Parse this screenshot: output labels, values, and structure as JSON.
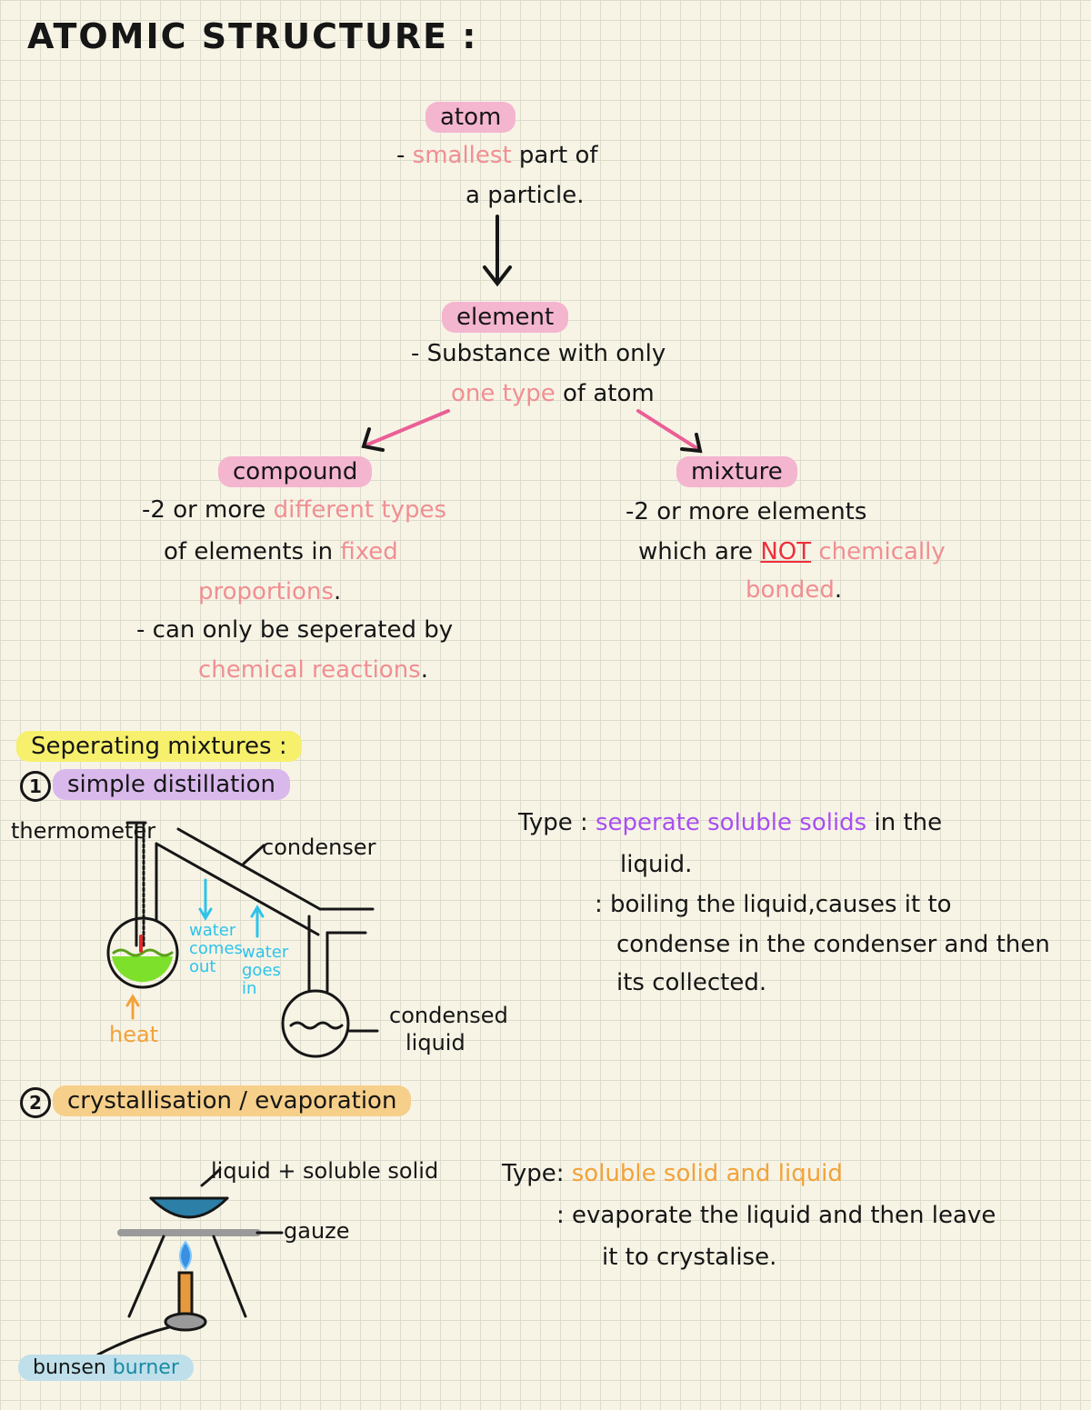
{
  "title": "ATOMIC STRUCTURE :",
  "atom": {
    "label": "atom",
    "line1_prefix": "- ",
    "line1_pink": "smallest",
    "line1_rest": " part of",
    "line2": "a particle."
  },
  "element": {
    "label": "element",
    "line1": "- Substance with only",
    "line2_pink": "one type",
    "line2_rest": " of atom"
  },
  "compound": {
    "label": "compound",
    "line1_prefix": "-2 or more ",
    "line1_pink": "different types",
    "line2_prefix": "of elements in ",
    "line2_pink": "fixed",
    "line3_pink": "proportions",
    "line3_rest": ".",
    "line4": "- can only be seperated by",
    "line5_pink": "chemical reactions",
    "line5_rest": "."
  },
  "mixture": {
    "label": "mixture",
    "line1": "-2 or more elements",
    "line2_prefix": "which are ",
    "line2_red": "NOT",
    "line2_pink": " chemically",
    "line3_pink": "bonded",
    "line3_rest": "."
  },
  "separating": {
    "heading": "Seperating mixtures :",
    "method1_num": "1",
    "method1": "simple distillation",
    "method2_num": "2",
    "method2": "crystallisation / evaporation"
  },
  "distillation": {
    "thermometer": "thermometer",
    "condenser": "condenser",
    "water_out_1": "water",
    "water_out_2": "comes",
    "water_out_3": "out",
    "water_in_1": "water",
    "water_in_2": "goes",
    "water_in_3": "in",
    "heat": "heat",
    "condensed_1": "condensed",
    "condensed_2": "liquid",
    "type_label": "Type :",
    "type_violet": "seperate soluble solids",
    "type_rest": " in the",
    "type_line2": "liquid.",
    "desc_1": ": boiling the liquid,causes it to",
    "desc_2": "condense in the condenser and then",
    "desc_3": "its collected."
  },
  "crystallisation": {
    "liquid_label": "liquid + soluble solid",
    "gauze": "gauze",
    "bunsen_1": "bunsen",
    "bunsen_2": "burner",
    "type_label": "Type:",
    "type_orange": "soluble solid and liquid",
    "desc_1": ": evaporate the liquid and then leave",
    "desc_2": "it to crystalise."
  },
  "colors": {
    "pink_highlight": "#f4b5cf",
    "pink_text": "#f08f92",
    "red_text": "#ee2f3a",
    "yellow_highlight": "#f6f06c",
    "purple_highlight": "#d9b9ec",
    "orange_highlight": "#f6cf8a",
    "violet_text": "#a84ff0",
    "orange_text": "#f2a23a",
    "cyan_text": "#2ec3ea",
    "green_liquid": "#7de02a",
    "flame_blue": "#3a8fe0"
  },
  "icons": [
    "arrow-down-icon",
    "arrow-left-icon",
    "arrow-right-icon",
    "distillation-apparatus-icon",
    "bunsen-burner-icon"
  ]
}
